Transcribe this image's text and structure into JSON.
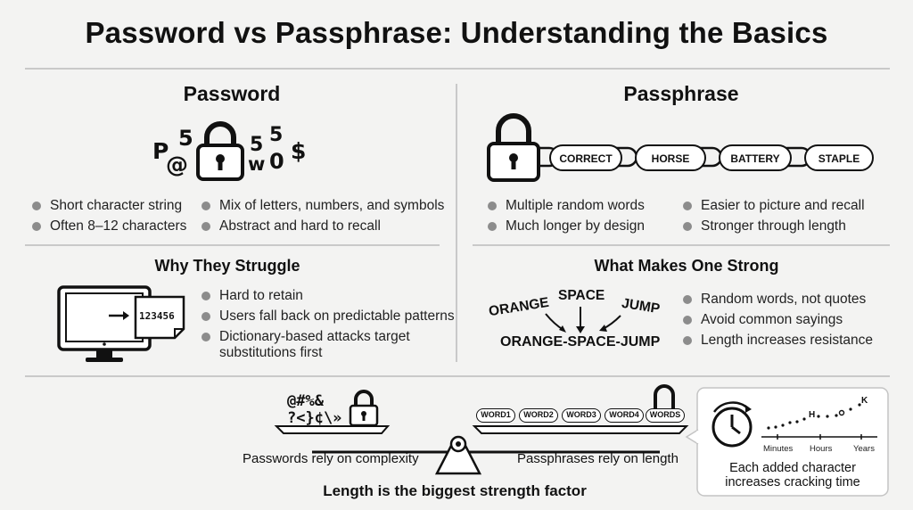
{
  "title": "Password vs Passphrase: Understanding the Basics",
  "password": {
    "heading": "Password",
    "symbol_chars": [
      "P",
      "5",
      "@",
      "5",
      "5",
      "w",
      "0",
      "$"
    ],
    "bullets": [
      "Short character string",
      "Often 8–12 characters",
      "Mix of letters, numbers, and symbols",
      "Abstract and hard to recall"
    ]
  },
  "passphrase": {
    "heading": "Passphrase",
    "chain_words": [
      "CORRECT",
      "HORSE",
      "BATTERY",
      "STAPLE"
    ],
    "bullets": [
      "Multiple random words",
      "Much longer by design",
      "Easier to picture and recall",
      "Stronger through length"
    ]
  },
  "struggle": {
    "heading": "Why They Struggle",
    "screen_note": "123456",
    "bullets": [
      "Hard to retain",
      "Users fall back on predictable patterns",
      "Dictionary-based attacks target substitutions first"
    ]
  },
  "strong": {
    "heading": "What Makes One Strong",
    "words": [
      "ORANGE",
      "SPACE",
      "JUMP"
    ],
    "combined": "ORANGE-SPACE-JUMP",
    "bullets": [
      "Random words, not quotes",
      "Avoid common sayings",
      "Length increases resistance"
    ]
  },
  "scale": {
    "symbols_line1": "@#%&",
    "symbols_line2": "?<}¢\\»",
    "words": [
      "WORD1",
      "WORD2",
      "WORD3",
      "WORD4",
      "WORDS"
    ],
    "left_caption": "Passwords rely on complexity",
    "right_caption": "Passphrases rely on length",
    "bottom_caption": "Length is the biggest strength factor"
  },
  "timeline": {
    "ticks": [
      "Minutes",
      "Hours",
      "Years"
    ],
    "marks": [
      "H",
      "K"
    ],
    "caption_line1": "Each added character",
    "caption_line2": "increases cracking time"
  }
}
